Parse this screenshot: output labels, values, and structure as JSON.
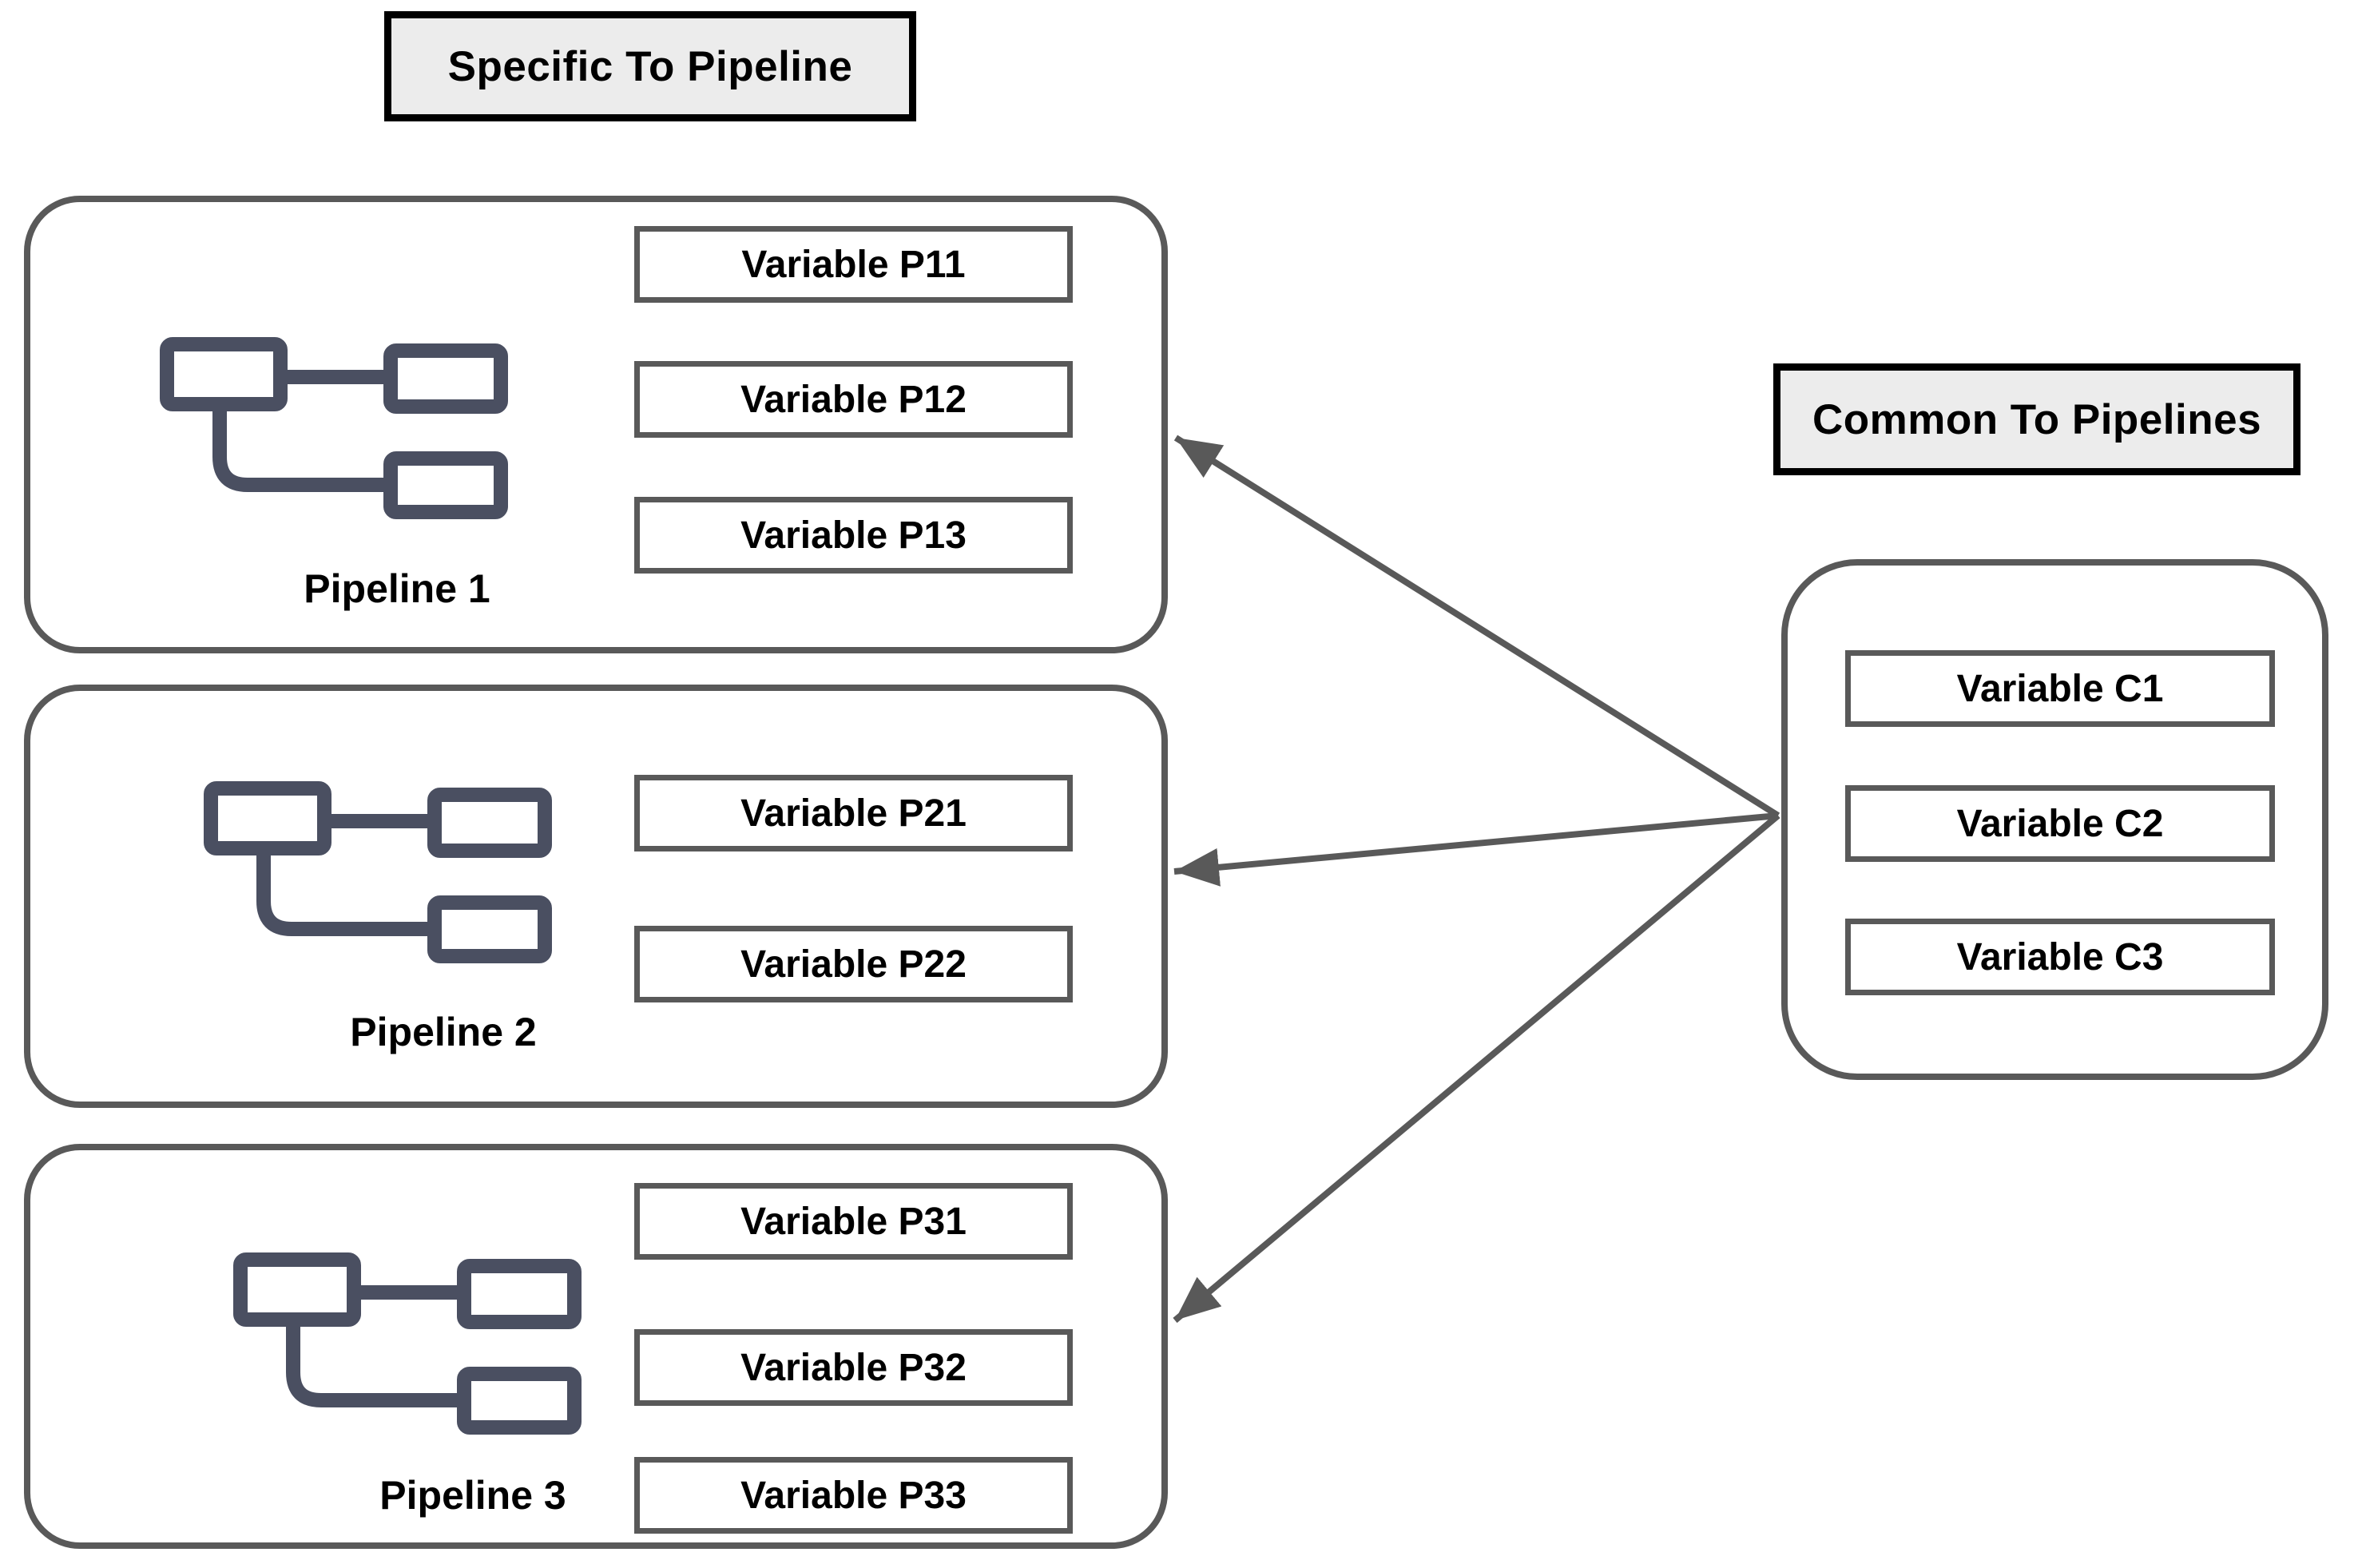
{
  "titles": {
    "specific": "Specific To Pipeline",
    "common": "Common To Pipelines"
  },
  "pipelines": [
    {
      "name": "Pipeline 1",
      "variables": [
        "Variable P11",
        "Variable P12",
        "Variable P13"
      ]
    },
    {
      "name": "Pipeline 2",
      "variables": [
        "Variable P21",
        "Variable P22"
      ]
    },
    {
      "name": "Pipeline 3",
      "variables": [
        "Variable P31",
        "Variable P32",
        "Variable P33"
      ]
    }
  ],
  "common": {
    "variables": [
      "Variable C1",
      "Variable C2",
      "Variable C3"
    ]
  },
  "icons": {
    "pipeline_icon": "sitemap-flow-icon"
  },
  "colors": {
    "background": "#ffffff",
    "box_border": "#595959",
    "title_border": "#000000",
    "title_bg": "#ececec",
    "icon_stroke": "#4a4f61",
    "arrow": "#595959",
    "text": "#000000"
  }
}
